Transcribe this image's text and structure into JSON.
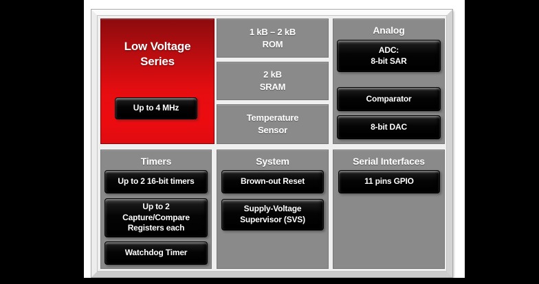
{
  "colors": {
    "accent_red": "#e60d10",
    "panel_gray": "#8a8a8a",
    "button_black": "#040404",
    "frame_silver": "#efefef",
    "letterbox_black": "#000000",
    "text_white": "#ffffff"
  },
  "low_voltage": {
    "title_lines": [
      "Low Voltage",
      "Series"
    ],
    "speed_button": {
      "lines": [
        "Up to 4 MHz"
      ]
    }
  },
  "memory": {
    "boxes": [
      {
        "lines": [
          "1 kB – 2 kB",
          "ROM"
        ]
      },
      {
        "lines": [
          "2 kB",
          "SRAM"
        ]
      },
      {
        "lines": [
          "Temperature",
          "Sensor"
        ]
      }
    ]
  },
  "analog": {
    "header": "Analog",
    "buttons": [
      {
        "lines": [
          "ADC:",
          "8-bit SAR"
        ]
      },
      {
        "lines": [
          "Comparator"
        ]
      },
      {
        "lines": [
          "8-bit DAC"
        ]
      }
    ]
  },
  "timers": {
    "header": "Timers",
    "buttons": [
      {
        "lines": [
          "Up to 2 16-bit timers"
        ]
      },
      {
        "lines": [
          "Up to 2",
          "Capture/Compare",
          "Registers each"
        ]
      },
      {
        "lines": [
          "Watchdog Timer"
        ]
      }
    ]
  },
  "system": {
    "header": "System",
    "buttons": [
      {
        "lines": [
          "Brown-out Reset"
        ]
      },
      {
        "lines": [
          "Supply-Voltage",
          "Supervisor (SVS)"
        ]
      }
    ]
  },
  "serial": {
    "header": "Serial Interfaces",
    "buttons": [
      {
        "lines": [
          "11 pins GPIO"
        ]
      }
    ]
  }
}
